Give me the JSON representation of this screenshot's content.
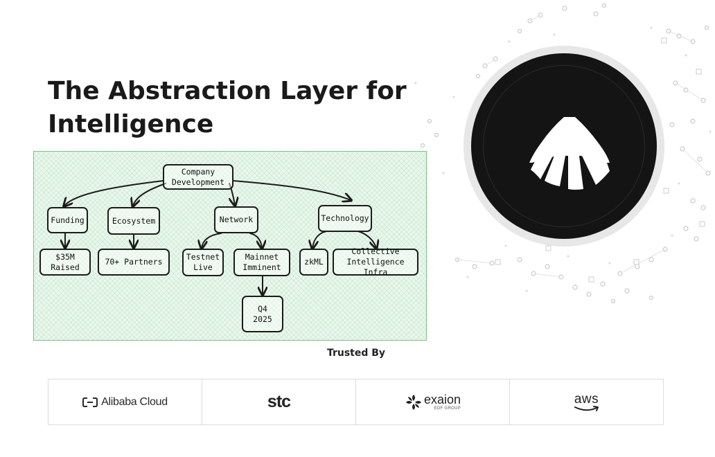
{
  "header": {
    "title_line1": "The Abstraction Layer for",
    "title_line2": "Intelligence"
  },
  "diagram": {
    "root": "Company\nDevelopment",
    "branches": {
      "funding": "Funding",
      "ecosystem": "Ecosystem",
      "network": "Network",
      "technology": "Technology"
    },
    "leaves": {
      "raised": "$35M\nRaised",
      "partners": "70+ Partners",
      "testnet": "Testnet\nLive",
      "mainnet": "Mainnet\nImminent",
      "zkml": "zkML",
      "collective": "Collective\nIntelligence Infra",
      "q4": "Q4\n2025"
    },
    "colors": {
      "background": "#e9f7ec",
      "border": "#7ac087",
      "ink": "#1b1b1b"
    }
  },
  "brand": {
    "icon": "brand-fan-icon",
    "circle_color": "#141414"
  },
  "trusted": {
    "label": "Trusted By",
    "partners": {
      "alibaba": "Alibaba Cloud",
      "stc": "stc",
      "exaion": "exaion",
      "exaion_sub": "EDF GROUP",
      "aws": "aws"
    }
  }
}
